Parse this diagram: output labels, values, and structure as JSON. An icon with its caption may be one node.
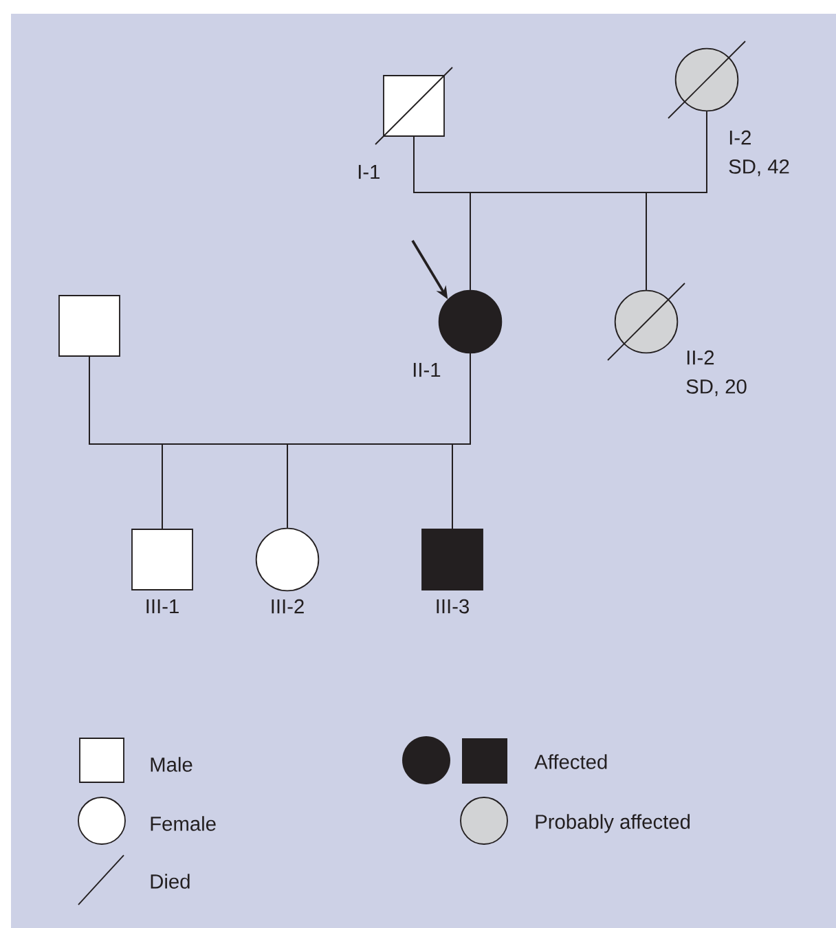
{
  "diagram": {
    "nodes": [
      {
        "text": [],
        "beside": [
          "I-1"
        ],
        "shape": "box"
      },
      {
        "text": [],
        "beside": [
          "I-2",
          "SD, 42"
        ],
        "shape": "circle"
      },
      {
        "text": [],
        "shape": "box"
      },
      {
        "text": [],
        "beside": [
          "II-1"
        ],
        "shape": "circle"
      },
      {
        "text": [],
        "beside": [
          "II-2",
          "SD, 20"
        ],
        "shape": "circle"
      },
      {
        "text": [],
        "beside": [
          "III-1"
        ],
        "shape": "box"
      },
      {
        "text": [],
        "beside": [
          "III-2"
        ],
        "shape": "circle"
      },
      {
        "text": [],
        "beside": [
          "III-3"
        ],
        "shape": "box"
      }
    ],
    "edges": [
      {
        "from": 0,
        "to": 3,
        "arrow": "none"
      },
      {
        "from": 1,
        "to": 3,
        "arrow": "none"
      },
      {
        "from": 0,
        "to": 4,
        "arrow": "none"
      },
      {
        "from": 1,
        "to": 4,
        "arrow": "none"
      },
      {
        "from": 2,
        "to": 5,
        "arrow": "none"
      },
      {
        "from": 3,
        "to": 5,
        "arrow": "none"
      },
      {
        "from": 2,
        "to": 6,
        "arrow": "none"
      },
      {
        "from": 3,
        "to": 6,
        "arrow": "none"
      },
      {
        "from": 2,
        "to": 7,
        "arrow": "none"
      },
      {
        "from": 3,
        "to": 7,
        "arrow": "none"
      },
      {
        "from": null,
        "to": 3,
        "arrow": "to"
      }
    ],
    "legend": [
      {
        "text": "Male"
      },
      {
        "text": "Female"
      },
      {
        "text": "Died"
      },
      {
        "text": "Affected"
      },
      {
        "text": "Probably affected"
      }
    ]
  }
}
